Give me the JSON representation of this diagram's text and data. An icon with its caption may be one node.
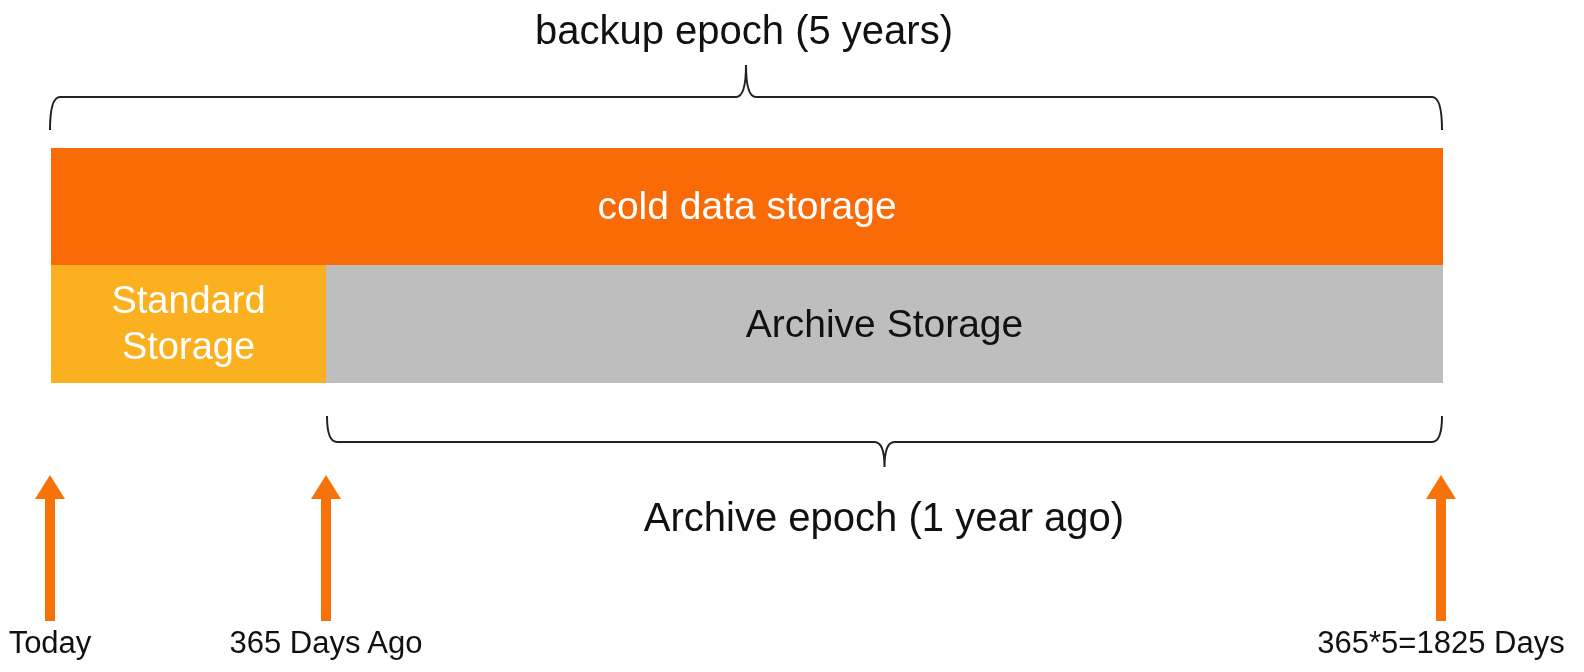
{
  "diagram": {
    "nodes": [
      {
        "text": [
          "cold data storage"
        ]
      },
      {
        "text": [
          "Standard Storage"
        ]
      },
      {
        "text": [
          "Archive Storage"
        ]
      },
      {
        "text": [
          "Today"
        ]
      },
      {
        "text": [
          "365 Days Ago"
        ]
      },
      {
        "text": [
          "365*5=1825 Days"
        ]
      }
    ],
    "edges": [
      {
        "from": 3,
        "to": null,
        "arrow": "to"
      },
      {
        "from": 4,
        "to": null,
        "arrow": "to"
      },
      {
        "from": 5,
        "to": null,
        "arrow": "to"
      }
    ],
    "labels": [
      "backup epoch (5 years)",
      "Archive epoch (1 year ago)"
    ]
  }
}
